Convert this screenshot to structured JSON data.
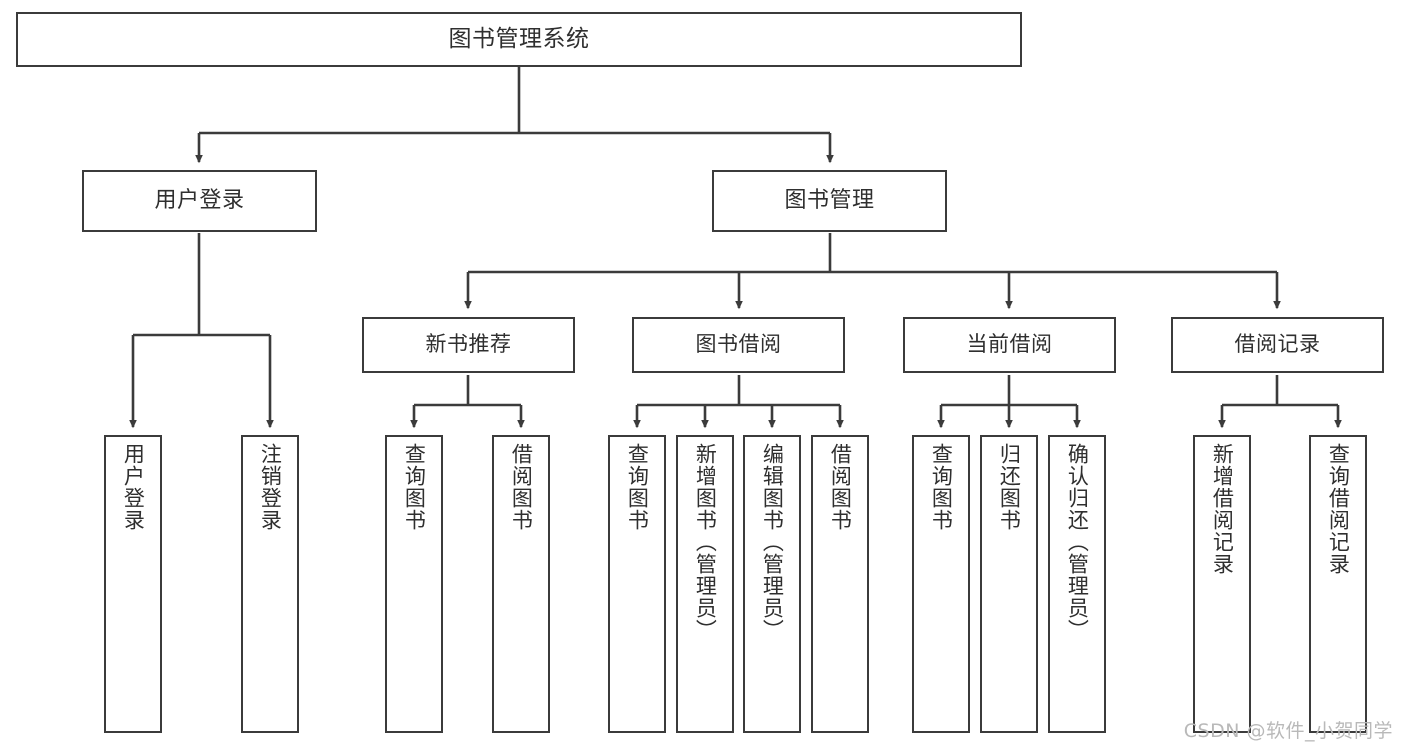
{
  "diagram": {
    "title": "图书管理系统",
    "type": "tree",
    "colors": {
      "stroke": "#3b3b3b",
      "fill": "#ffffff",
      "text": "#2f2f2f",
      "watermark": "#b9b9b9"
    },
    "watermark": "CSDN @软件_小贺同学",
    "nodes": {
      "root": {
        "label": "图书管理系统"
      },
      "level2": [
        {
          "id": "user-login",
          "label": "用户登录"
        },
        {
          "id": "book-manage",
          "label": "图书管理"
        }
      ],
      "level3": [
        {
          "id": "new-book-recommend",
          "label": "新书推荐"
        },
        {
          "id": "book-borrow",
          "label": "图书借阅"
        },
        {
          "id": "current-borrow",
          "label": "当前借阅"
        },
        {
          "id": "borrow-record",
          "label": "借阅记录"
        }
      ],
      "leaves": [
        {
          "id": "leaf-user-login",
          "parent": "user-login",
          "label": "用户登录"
        },
        {
          "id": "leaf-logout",
          "parent": "user-login",
          "label": "注销登录"
        },
        {
          "id": "leaf-query-book-1",
          "parent": "new-book-recommend",
          "label": "查询图书"
        },
        {
          "id": "leaf-borrow-book-1",
          "parent": "new-book-recommend",
          "label": "借阅图书"
        },
        {
          "id": "leaf-query-book-2",
          "parent": "book-borrow",
          "label": "查询图书"
        },
        {
          "id": "leaf-add-book",
          "parent": "book-borrow",
          "label": "新增图书（管理员）"
        },
        {
          "id": "leaf-edit-book",
          "parent": "book-borrow",
          "label": "编辑图书（管理员）"
        },
        {
          "id": "leaf-borrow-book-2",
          "parent": "book-borrow",
          "label": "借阅图书"
        },
        {
          "id": "leaf-query-book-3",
          "parent": "current-borrow",
          "label": "查询图书"
        },
        {
          "id": "leaf-return-book",
          "parent": "current-borrow",
          "label": "归还图书"
        },
        {
          "id": "leaf-confirm-return",
          "parent": "current-borrow",
          "label": "确认归还（管理员）"
        },
        {
          "id": "leaf-add-record",
          "parent": "borrow-record",
          "label": "新增借阅记录"
        },
        {
          "id": "leaf-query-record",
          "parent": "borrow-record",
          "label": "查询借阅记录"
        }
      ]
    }
  }
}
